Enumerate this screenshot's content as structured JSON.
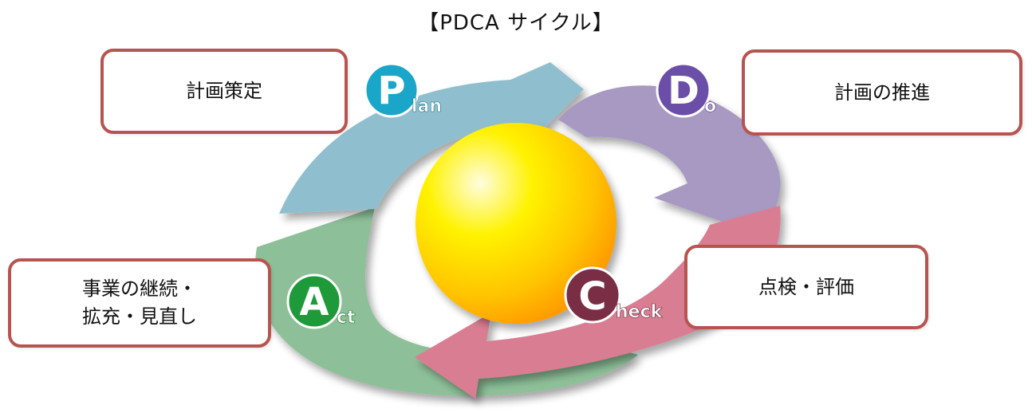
{
  "title": "【PDCA サイクル】",
  "boxes": {
    "plan": "計画策定",
    "do": "計画の推進",
    "check": "点検・評価",
    "act_line1": "事業の継続・",
    "act_line2": "拡充・見直し"
  },
  "badges": {
    "plan_letter": "P",
    "plan_rest": "lan",
    "do_letter": "D",
    "do_rest": "o",
    "check_letter": "C",
    "check_rest": "heck",
    "act_letter": "A",
    "act_rest": "ct"
  },
  "colors": {
    "plan_arrow": "#8fbfcf",
    "do_arrow": "#a799c2",
    "check_arrow": "#d97d92",
    "act_arrow": "#8dbf98",
    "plan_badge": "#1aa6c9",
    "do_badge": "#6b4ea8",
    "check_badge": "#7a2e45",
    "act_badge": "#1f9a3a",
    "box_border": "#b85450",
    "sphere": "#ffd200"
  }
}
